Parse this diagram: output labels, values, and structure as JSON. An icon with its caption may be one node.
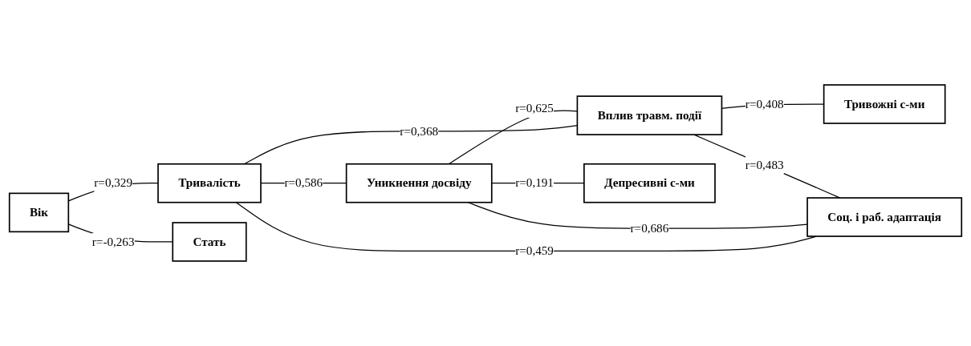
{
  "diagram": {
    "nodes": [
      {
        "text": [
          "Вік"
        ]
      },
      {
        "text": [
          "Тривалість"
        ]
      },
      {
        "text": [
          "Стать"
        ]
      },
      {
        "text": [
          "Уникнення досвіду"
        ]
      },
      {
        "text": [
          "Вплив травм. події"
        ]
      },
      {
        "text": [
          "Депресивні с-ми"
        ]
      },
      {
        "text": [
          "Тривожні с-ми"
        ]
      },
      {
        "text": [
          "Соц. і раб. адаптація"
        ]
      }
    ],
    "edges": [
      {
        "from": 0,
        "to": 1,
        "arrow": "none",
        "label": "r=0,329"
      },
      {
        "from": 0,
        "to": 2,
        "arrow": "none",
        "label": "r=-0,263"
      },
      {
        "from": 1,
        "to": 3,
        "arrow": "none",
        "label": "r=0,586"
      },
      {
        "from": 1,
        "to": 4,
        "arrow": "none",
        "label": "r=0,368"
      },
      {
        "from": 1,
        "to": 7,
        "arrow": "none",
        "label": "r=0,459"
      },
      {
        "from": 3,
        "to": 4,
        "arrow": "none",
        "label": "r=0,625"
      },
      {
        "from": 3,
        "to": 5,
        "arrow": "none",
        "label": "r=0,191"
      },
      {
        "from": 3,
        "to": 7,
        "arrow": "none",
        "label": "r=0,686"
      },
      {
        "from": 4,
        "to": 6,
        "arrow": "none",
        "label": "r=0,408"
      },
      {
        "from": 4,
        "to": 7,
        "arrow": "none",
        "label": "r=0,483"
      }
    ]
  }
}
